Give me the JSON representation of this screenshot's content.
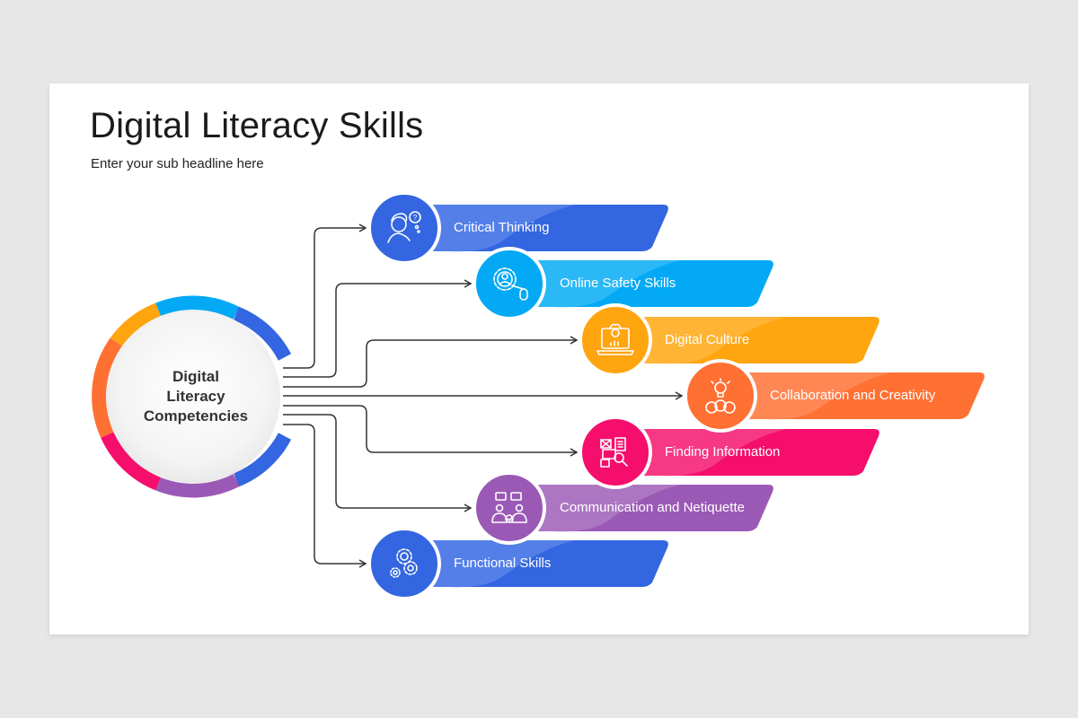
{
  "slide": {
    "title": "Digital Literacy Skills",
    "subtitle": "Enter your sub headline here"
  },
  "hub": {
    "label_lines": [
      "Digital",
      "Literacy",
      "Competencies"
    ],
    "ring_segments": [
      {
        "color": "#03a9f4"
      },
      {
        "color": "#3366e0"
      },
      {
        "color": "#3366e0"
      },
      {
        "color": "#9b59b6"
      },
      {
        "color": "#f50e6b"
      },
      {
        "color": "#ff7033"
      },
      {
        "color": "#ffa510"
      }
    ]
  },
  "skills": [
    {
      "label": "Critical Thinking",
      "icon": "thinking-person-icon",
      "color": "#3366e0",
      "light": "#5c86ea"
    },
    {
      "label": "Online Safety Skills",
      "icon": "user-gear-mouse-icon",
      "color": "#03a9f4",
      "light": "#35bcf7"
    },
    {
      "label": "Digital Culture",
      "icon": "laptop-culture-icon",
      "color": "#ffa510",
      "light": "#ffb840"
    },
    {
      "label": "Collaboration and Creativity",
      "icon": "lightbulb-team-icon",
      "color": "#ff7033",
      "light": "#ff8d5c"
    },
    {
      "label": "Finding Information",
      "icon": "search-documents-icon",
      "color": "#f50e6b",
      "light": "#f7438b"
    },
    {
      "label": "Communication and Netiquette",
      "icon": "chat-people-icon",
      "color": "#9b59b6",
      "light": "#b07dc6"
    },
    {
      "label": "Functional Skills",
      "icon": "gears-icon",
      "color": "#3366e0",
      "light": "#5c86ea"
    }
  ]
}
